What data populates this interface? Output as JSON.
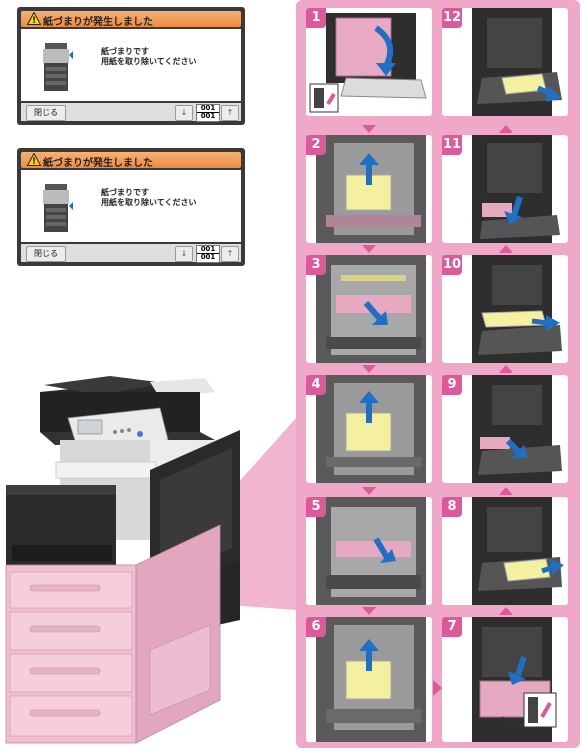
{
  "screens": [
    {
      "title": "紙づまりが発生しました",
      "message_line1": "紙づまりです",
      "message_line2": "用紙を取り除いてください",
      "close_label": "閉じる",
      "page_current": "001",
      "page_total": "001"
    },
    {
      "title": "紙づまりが発生しました",
      "message_line1": "紙づまりです",
      "message_line2": "用紙を取り除いてください",
      "close_label": "閉じる",
      "page_current": "001",
      "page_total": "001"
    }
  ],
  "steps": {
    "s1": "1",
    "s2": "2",
    "s3": "3",
    "s4": "4",
    "s5": "5",
    "s6": "6",
    "s7": "7",
    "s8": "8",
    "s9": "9",
    "s10": "10",
    "s11": "11",
    "s12": "12"
  },
  "colors": {
    "accent_pink": "#dc5a9a",
    "frame_pink": "#f0a8c8",
    "paper_yellow": "#f5f0a0",
    "arrow_blue": "#1f6fc4",
    "title_orange": "#ee8a3d"
  },
  "icons": {
    "warning": "warning-icon",
    "scroll_down": "arrow-down-icon",
    "scroll_up": "arrow-up-icon"
  }
}
